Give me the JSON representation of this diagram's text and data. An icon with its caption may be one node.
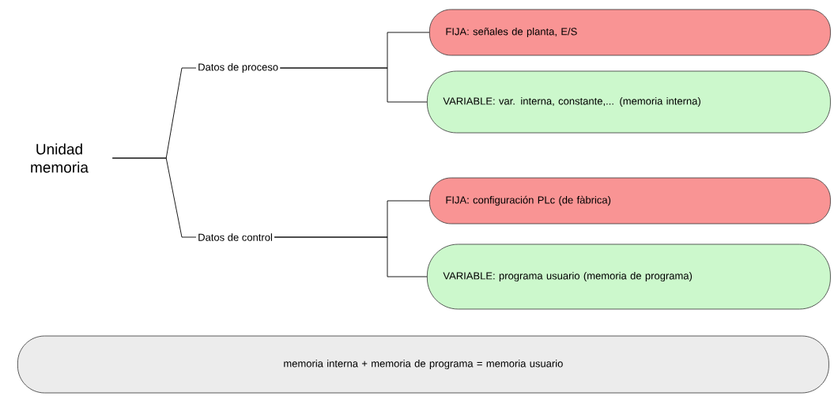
{
  "diagram": {
    "nodes": [
      {
        "text": [
          "Unidad memoria"
        ]
      },
      {
        "text": [
          "Datos de proceso"
        ]
      },
      {
        "text": [
          "Datos de control"
        ]
      },
      {
        "text": [
          "FIJA: señales de planta, E/S"
        ]
      },
      {
        "text": [
          "VARIABLE: var. interna, constante,... (memoria interna)"
        ]
      },
      {
        "text": [
          "FIJA: configuración PLc (de fàbrica)"
        ]
      },
      {
        "text": [
          "VARIABLE: programa usuario (memoria de programa)"
        ]
      },
      {
        "text": [
          "memoria interna + memoria de programa = memoria usuario"
        ]
      }
    ],
    "edges": [
      {
        "from": 0,
        "to": 1,
        "arrow": "none"
      },
      {
        "from": 0,
        "to": 2,
        "arrow": "none"
      },
      {
        "from": 1,
        "to": 3,
        "arrow": "none"
      },
      {
        "from": 1,
        "to": 4,
        "arrow": "none"
      },
      {
        "from": 2,
        "to": 5,
        "arrow": "none"
      },
      {
        "from": 2,
        "to": 6,
        "arrow": "none"
      }
    ]
  }
}
